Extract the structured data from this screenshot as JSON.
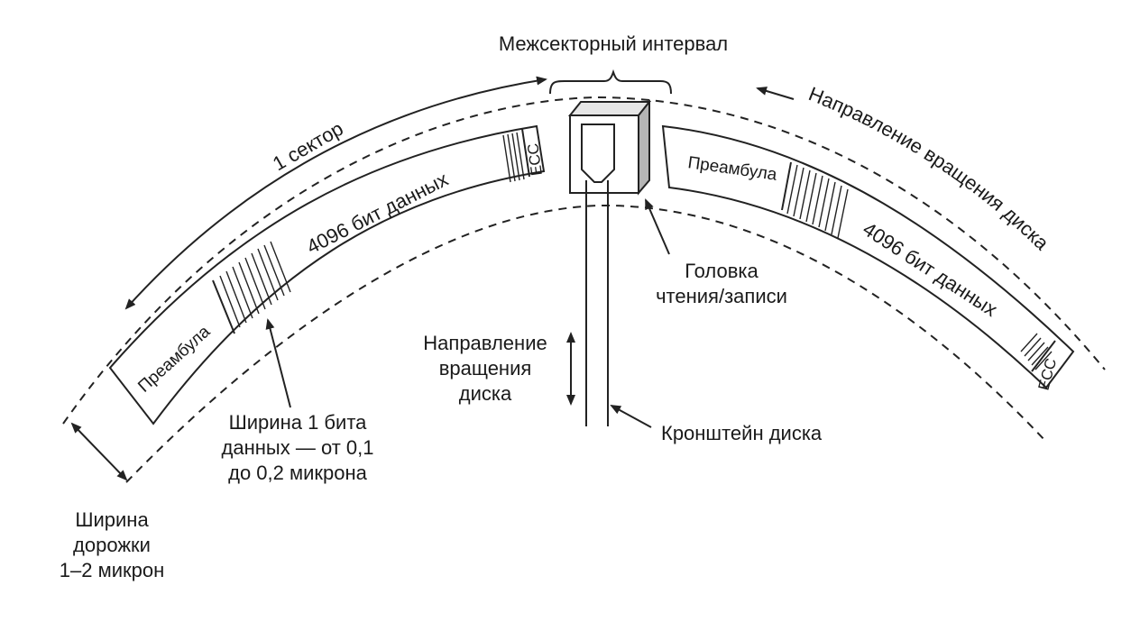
{
  "labels": {
    "intersector_gap": "Межсекторный интервал",
    "one_sector": "1 сектор",
    "rotation_direction_top": "Направление вращения диска",
    "preamble": "Преамбула",
    "data_bits": "4096 бит данных",
    "ecc": "ECC",
    "head_line1": "Головка",
    "head_line2": "чтения/записи",
    "arm_motion_line1": "Направление",
    "arm_motion_line2": "вращения",
    "arm_motion_line3": "диска",
    "arm": "Кронштейн диска",
    "bit_width_line1": "Ширина 1 бита",
    "bit_width_line2": "данных — от 0,1",
    "bit_width_line3": "до 0,2 микрона",
    "track_width_line1": "Ширина",
    "track_width_line2": "дорожки",
    "track_width_line3": "1–2 микрон"
  },
  "colors": {
    "ink": "#1a1a1a",
    "head_side": "#b5b5b5",
    "head_top": "#e6e6e6",
    "background": "#ffffff"
  }
}
